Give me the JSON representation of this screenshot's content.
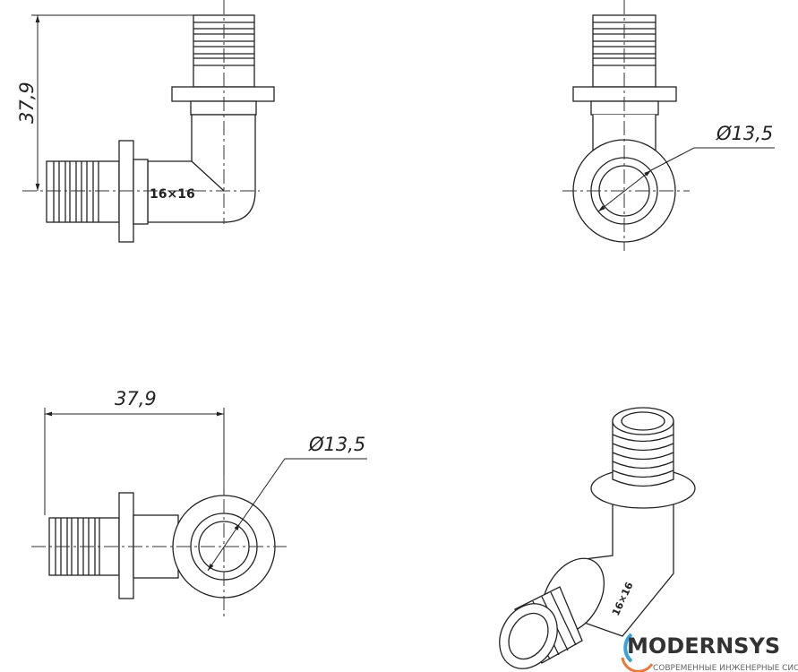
{
  "drawing": {
    "front_view": {
      "height_dim": "37,9",
      "size_label": "16×16"
    },
    "side_view": {
      "diameter_dim": "Ø13,5"
    },
    "top_view": {
      "width_dim": "37,9",
      "diameter_dim": "Ø13,5"
    },
    "iso_view": {
      "size_label": "16×16"
    }
  },
  "logo": {
    "brand": "MODERNSYS",
    "tagline": "СОВРЕМЕННЫЕ ИНЖЕНЕРНЫЕ СИСТЕМЫ",
    "arc_blue": "#3aa3dc",
    "arc_orange": "#e8793a"
  }
}
